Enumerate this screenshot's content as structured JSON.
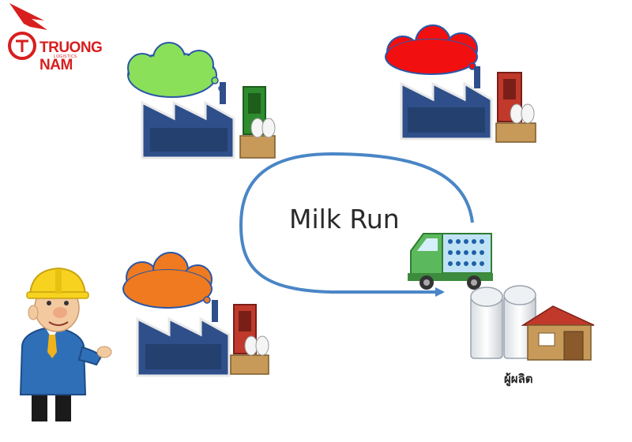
{
  "brand": {
    "name": "TRUONG NAM",
    "tagline": "LOGISTICS"
  },
  "diagram": {
    "title": "Milk Run",
    "producer_label": "ผู้ผลิต"
  },
  "suppliers": [
    {
      "cloud_color": "#8be05a",
      "door_color": "#2e8b2e"
    },
    {
      "cloud_color": "#f20f0f",
      "door_color": "#c0392b"
    },
    {
      "cloud_color": "#f07a1f",
      "door_color": "#c0392b"
    }
  ],
  "colors": {
    "factory_body": "#2f4f8a",
    "factory_outline": "#f2f2f2",
    "route_arrow": "#4a86c6",
    "truck": "#5cb85c",
    "brand": "#d81e1e"
  },
  "icons": {
    "factory": "factory-icon",
    "truck": "milk-truck-icon",
    "silo": "milk-silo-icon",
    "worker": "worker-character-icon",
    "logo": "phoenix-logo-icon"
  }
}
